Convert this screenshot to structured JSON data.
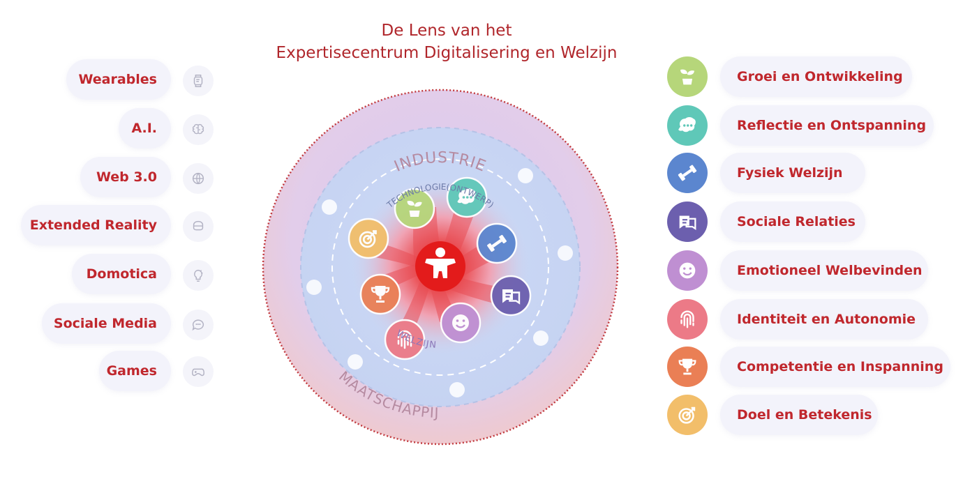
{
  "title": {
    "line1": "De Lens van het",
    "line2": "Expertisecentrum Digitalisering en Welzijn"
  },
  "rings": {
    "outer_top": "INDUSTRIE",
    "outer_bottom": "MAATSCHAPPIJ",
    "middle": "TECHNOLOGIE(ONTWERP)",
    "inner": "WELZIJN"
  },
  "technologies": [
    {
      "label": "Wearables",
      "icon": "watch-icon"
    },
    {
      "label": "A.I.",
      "icon": "brain-icon"
    },
    {
      "label": "Web 3.0",
      "icon": "globe-icon"
    },
    {
      "label": "Extended Reality",
      "icon": "vr-headset-icon"
    },
    {
      "label": "Domotica",
      "icon": "smart-bulb-icon"
    },
    {
      "label": "Sociale Media",
      "icon": "chat-quote-icon"
    },
    {
      "label": "Games",
      "icon": "gamepad-icon"
    }
  ],
  "wellbeing": [
    {
      "label": "Groei en Ontwikkeling",
      "icon": "plant-icon",
      "color": "#b6d67a"
    },
    {
      "label": "Reflectie en Ontspanning",
      "icon": "chat-bubble-icon",
      "color": "#5fc8b8"
    },
    {
      "label": "Fysiek Welzijn",
      "icon": "dumbbell-icon",
      "color": "#5b86cf"
    },
    {
      "label": "Sociale Relaties",
      "icon": "conversation-icon",
      "color": "#6c5fae"
    },
    {
      "label": "Emotioneel Welbevinden",
      "icon": "smiley-icon",
      "color": "#bf8fd2"
    },
    {
      "label": "Identiteit en Autonomie",
      "icon": "fingerprint-icon",
      "color": "#ec7a87"
    },
    {
      "label": "Competentie en Inspanning",
      "icon": "trophy-icon",
      "color": "#ea7f55"
    },
    {
      "label": "Doel en Betekenis",
      "icon": "target-icon",
      "color": "#f2be6a"
    }
  ],
  "center": {
    "icon": "person-icon"
  }
}
